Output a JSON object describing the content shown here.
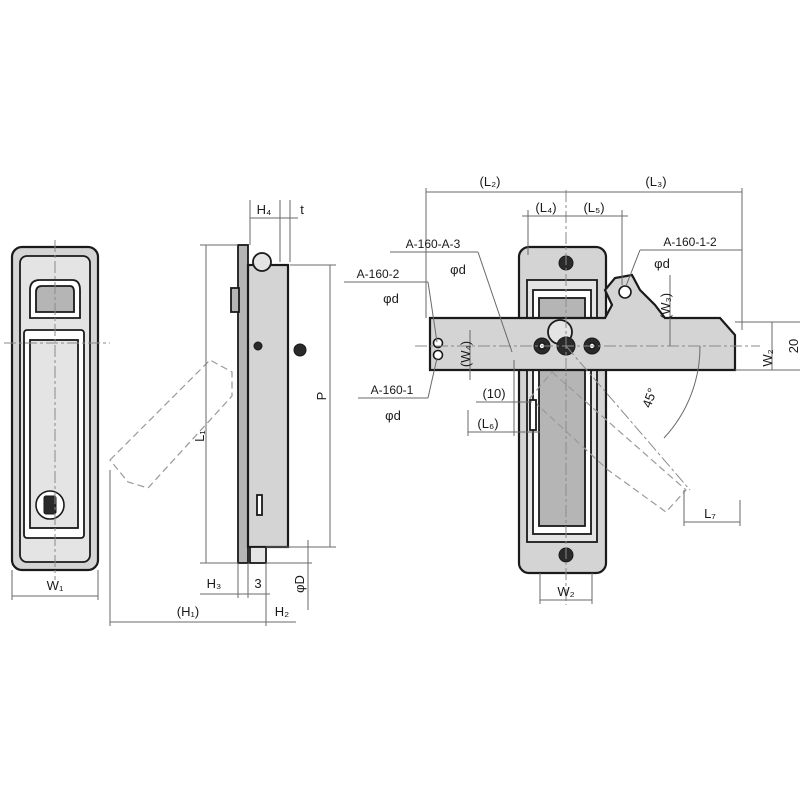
{
  "labels": {
    "w1": "W₁",
    "h3": "H₃",
    "dim_3": "3",
    "h1": "(H₁)",
    "h2": "H₂",
    "phi_D": "φD",
    "p": "P",
    "l1": "L₁",
    "h4": "H₄",
    "t": "t",
    "l2": "(L₂)",
    "l3": "(L₃)",
    "l4": "(L₄)",
    "l5": "(L₅)",
    "l6": "(L₆)",
    "l7": "L₇",
    "w2_bottom": "W₂",
    "w2_side": "W₂",
    "w3": "(W₃)",
    "w4": "(W₄)",
    "dim_20": "20",
    "dim_10": "(10)",
    "angle_45": "45°",
    "a160_a3": "A-160-A-3",
    "a160_a3_d": "φd",
    "a160_2": "A-160-2",
    "a160_2_d": "φd",
    "a160_1": "A-160-1",
    "a160_1_d": "φd",
    "a160_1_2": "A-160-1-2",
    "a160_1_2_d": "φd"
  }
}
